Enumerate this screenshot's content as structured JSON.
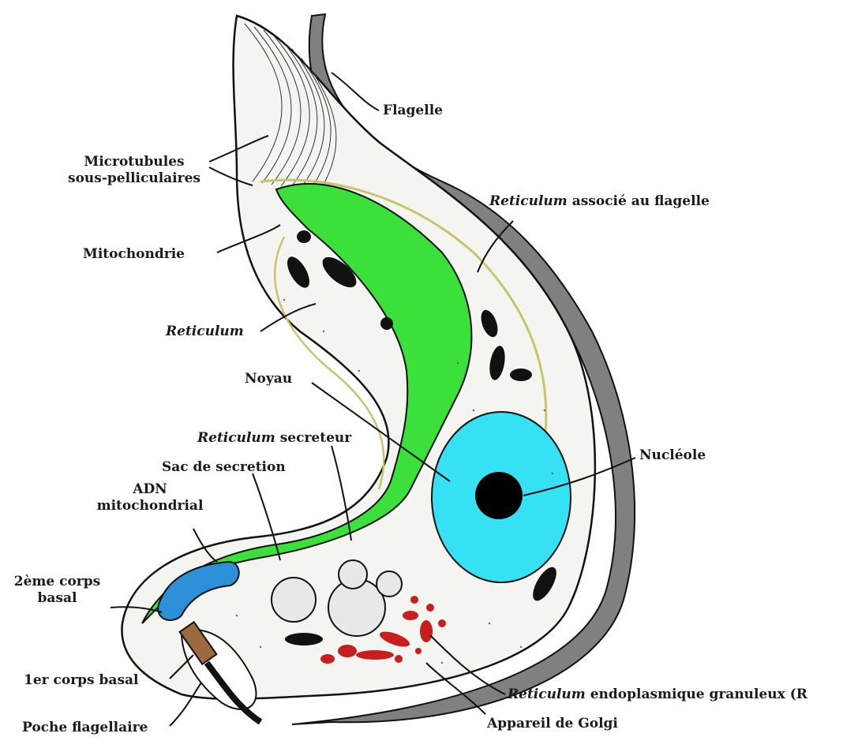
{
  "labels": {
    "flagelle": "Flagelle",
    "microtubules_1": "Microtubules",
    "microtubules_2": "sous-pelliculaires",
    "reticulum_flagelle_em": "Reticulum",
    "reticulum_flagelle_rest": " associé au flagelle",
    "mitochondrie": "Mitochondrie",
    "reticulum": "Reticulum",
    "noyau": "Noyau",
    "reticulum_secreteur_em": "Reticulum",
    "reticulum_secreteur_rest": " secreteur",
    "nucleole": "Nucléole",
    "sac_secretion": "Sac de secretion",
    "adn_1": "ADN",
    "adn_2": "mitochondrial",
    "corps2_1": "2ème corps",
    "corps2_2": "basal",
    "corps1": "1er corps basal",
    "poche": "Poche flagellaire",
    "rer_em": "Reticulum",
    "rer_rest": " endoplasmique granuleux (R",
    "golgi": "Appareil de Golgi"
  },
  "colors": {
    "flagellum": "#808080",
    "cytoplasm": "#f4f4f0",
    "mitochondrion": "#3be03b",
    "nucleus": "#35e1f2",
    "nucleolus": "#000000",
    "kinetoplast": "#2d8fd8",
    "golgi": "#c81e1e",
    "reticulum": "#c9c46a",
    "basal_body": "#9b6b3f",
    "outline": "#111111"
  }
}
